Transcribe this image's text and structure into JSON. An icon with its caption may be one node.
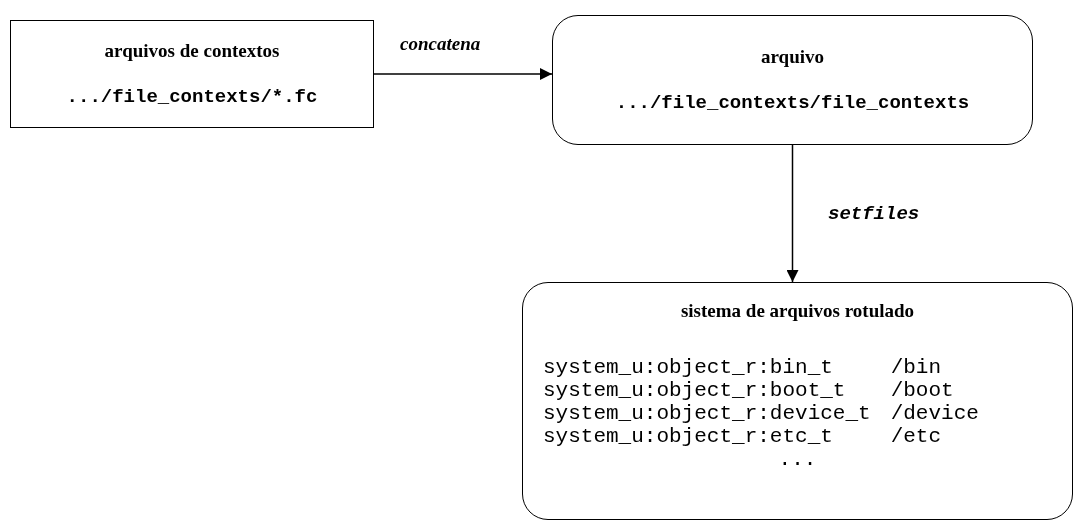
{
  "diagram": {
    "nodes": [
      {
        "text": [
          "arquivos de contextos",
          ".../file_contexts/*.fc"
        ]
      },
      {
        "text": [
          "arquivo",
          ".../file_contexts/file_contexts"
        ]
      },
      {
        "text": [
          "sistema de arquivos rotulado",
          "system_u:object_r:bin_t",
          "/bin",
          "system_u:object_r:boot_t",
          "/boot",
          "system_u:object_r:device_t",
          "/device",
          "system_u:object_r:etc_t",
          "/etc",
          "..."
        ]
      }
    ],
    "edges": [
      {
        "from": 0,
        "to": 1,
        "arrow": "to",
        "label": "concatena"
      },
      {
        "from": 1,
        "to": 2,
        "arrow": "to",
        "label": "setfiles"
      }
    ]
  }
}
